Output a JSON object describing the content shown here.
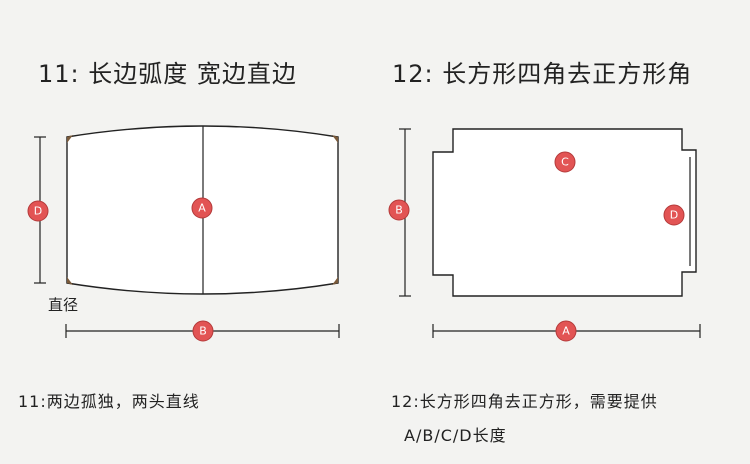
{
  "titles": {
    "left": "11: 长边弧度  宽边直边",
    "right": "12: 长方形四角去正方形角"
  },
  "labels": {
    "diameter": "直径",
    "a": "A",
    "b": "B",
    "c": "C",
    "d": "D"
  },
  "notes": {
    "left": "11:两边孤独，两头直线",
    "right_line1": "12:长方形四角去正方形，需要提供",
    "right_line2": "A/B/C/D长度"
  },
  "colors": {
    "badge": "#e25454",
    "stroke": "#222222",
    "background": "#f3f3f1",
    "corner": "#7a5a3a"
  }
}
